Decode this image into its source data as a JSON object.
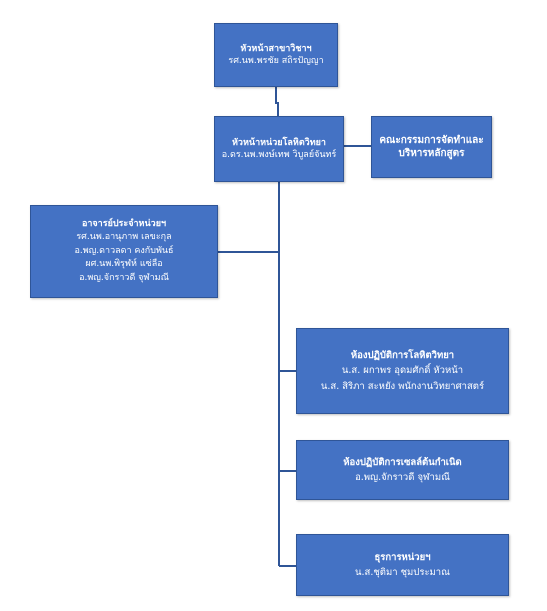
{
  "head": {
    "title": "หัวหน้าสาขาวิชาฯ",
    "name": "รศ.นพ.พรชัย สถิรปัญญา"
  },
  "unit_head": {
    "title": "หัวหน้าหน่วยโลหิตวิทยา",
    "name": "อ.ดร.นพ.พงษ์เทพ วิบูลย์จันทร์"
  },
  "committee": {
    "line1": "คณะกรรมการจัดทำและ",
    "line2": "บริหารหลักสูตร"
  },
  "faculty": {
    "title": "อาจารย์ประจำหน่วยฯ",
    "members": [
      "รศ.นพ.อานุภาพ เลขะกุล",
      "อ.พญ.ดาวลดา คงกับพันธ์",
      "ผศ.นพ.พิรุฬห์ แซ่ลือ",
      "อ.พญ.จักราวดี จุฬามณี"
    ]
  },
  "hematology_lab": {
    "title": "ห้องปฏิบัติการโลหิตวิทยา",
    "lines": [
      "น.ส. ผกาพร อุดมศักดิ์ หัวหน้า",
      "น.ส. สิริภา สะหยัง พนักงานวิทยาศาสตร์"
    ]
  },
  "stemcell_lab": {
    "title": "ห้องปฏิบัติการเซลล์ต้นกำเนิด",
    "name": "อ.พญ.จักราวดี จุฬามณี"
  },
  "admin": {
    "title": "ธุรการหน่วยฯ",
    "name": "น.ส.ชุติมา ชุมประมาณ"
  }
}
